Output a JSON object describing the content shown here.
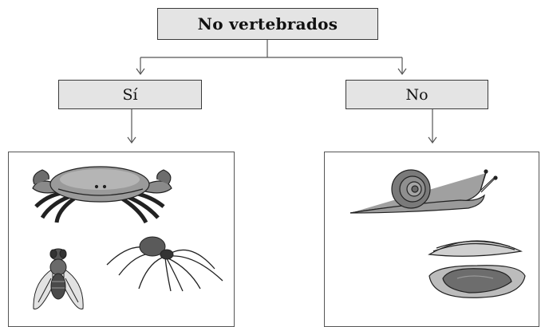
{
  "diagram": {
    "root_label": "No vertebrados",
    "branches": [
      {
        "label": "Sí",
        "animals": [
          "crab-icon",
          "fly-icon",
          "spider-icon"
        ]
      },
      {
        "label": "No",
        "animals": [
          "snail-icon",
          "clam-icon"
        ]
      }
    ]
  }
}
